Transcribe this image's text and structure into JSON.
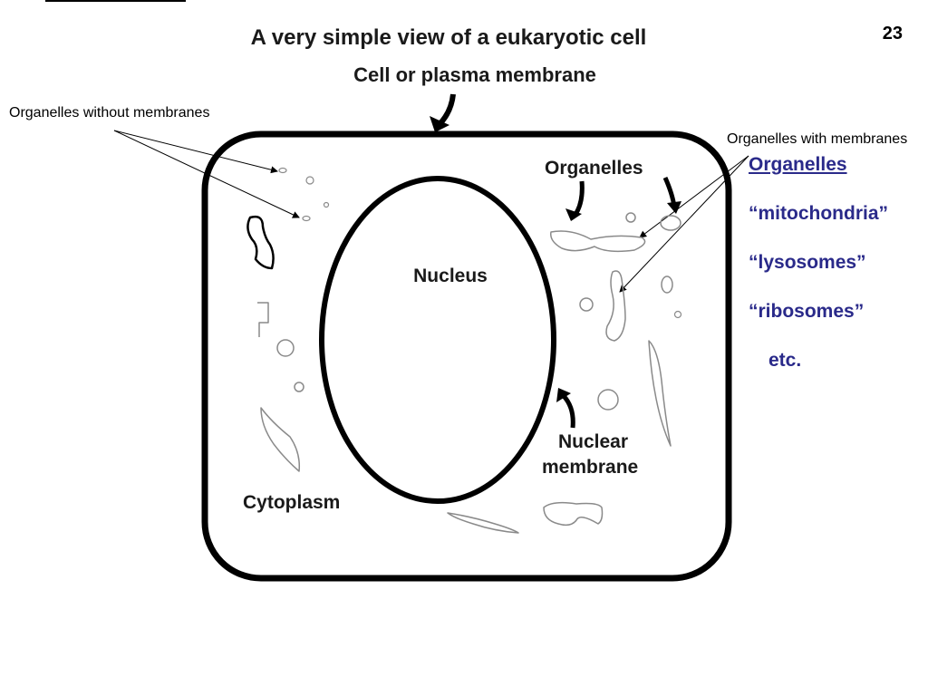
{
  "slide": {
    "page_number": "23",
    "title": "A very simple view of a eukaryotic cell"
  },
  "labels": {
    "cell_membrane": "Cell or plasma membrane",
    "organelles_without": "Organelles without membranes",
    "organelles_with": "Organelles with membranes",
    "organelles": "Organelles",
    "nucleus": "Nucleus",
    "nuclear_membrane_line1": "Nuclear",
    "nuclear_membrane_line2": "membrane",
    "cytoplasm": "Cytoplasm"
  },
  "examples": {
    "heading": "Organelles",
    "items": [
      "“mitochondria”",
      "“lysosomes”",
      "“ribosomes”"
    ],
    "etc": "etc."
  },
  "colors": {
    "ink": "#000000",
    "organelle_stroke": "#8a8a8a",
    "examples_text": "#2a2a8a"
  }
}
